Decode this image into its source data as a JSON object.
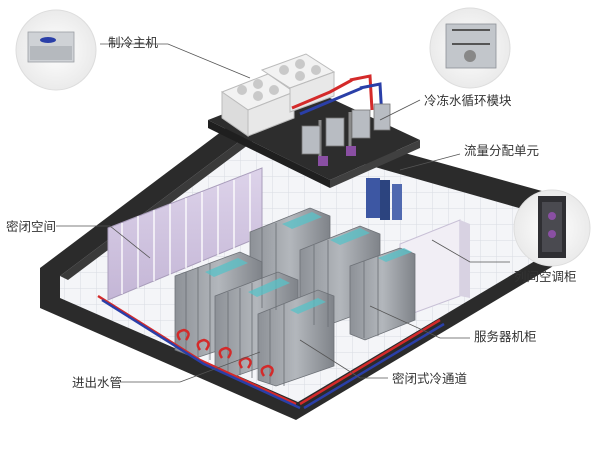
{
  "labels": {
    "chiller": "制冷主机",
    "chilled_water_module": "冷冻水循环模块",
    "flow_distribution_unit": "流量分配单元",
    "enclosed_space": "密闭空间",
    "inrow_ac": "列间空调柜",
    "server_rack": "服务器机柜",
    "inlet_outlet_pipe": "进出水管",
    "enclosed_cold_aisle": "密闭式冷通道"
  },
  "colors": {
    "supply_pipe": "#d42a2a",
    "return_pipe": "#2a3fa8",
    "aisle_glass": "#58c2c8",
    "partition": "#cbbedb",
    "rack": "#9a9ea3",
    "wall": "#2b2b2b",
    "floor_grid": "#dfe2e8"
  }
}
